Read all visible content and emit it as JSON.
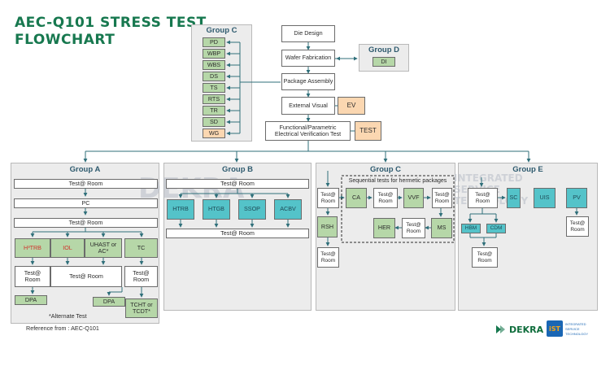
{
  "title": {
    "line1": "AEC-Q101 STRESS TEST",
    "line2": "FLOWCHART"
  },
  "top_flow": {
    "die_design": "Die Design",
    "wafer_fab": "Wafer Fabrication",
    "package_assembly": "Package Assembly",
    "external_visual": "External Visual",
    "ev": "EV",
    "functional": "Functional/Parametric Electrical Verification Test",
    "test": "TEST"
  },
  "group_c_top": {
    "title": "Group C",
    "items": [
      "PD",
      "WBP",
      "WBS",
      "DS",
      "TS",
      "RTS",
      "TR",
      "SD",
      "WG"
    ]
  },
  "group_d": {
    "title": "Group D",
    "item": "DI"
  },
  "group_a": {
    "title": "Group A",
    "test_room_1": "Test@ Room",
    "pc": "PC",
    "test_room_2": "Test@ Room",
    "tests": [
      "H³TRB",
      "IOL",
      "UHAST or AC*",
      "TC"
    ],
    "after": [
      "Test@ Room",
      "Test@ Room",
      "Test@ Room"
    ],
    "dpa_1": "DPA",
    "dpa_2": "DPA",
    "tcht": "TCHT or TCDT*",
    "note": "*Alternate Test"
  },
  "group_b": {
    "title": "Group B",
    "test_room_1": "Test@ Room",
    "tests": [
      "HTRB",
      "HTGB",
      "SSOP",
      "ACBV"
    ],
    "test_room_2": "Test@ Room"
  },
  "group_c": {
    "title": "Group C",
    "seq_label": "Sequential tests for hermetic packages",
    "test_room_a": "Test@ Room",
    "ca": "CA",
    "test_room_b": "Test@ Room",
    "vvf": "VVF",
    "test_room_c": "Test@ Room",
    "her": "HER",
    "test_room_d": "Test@ Room",
    "ms": "MS",
    "rsh": "RSH",
    "test_room_e": "Test@ Room"
  },
  "group_e": {
    "title": "Group E",
    "test_room_1": "Test@ Room",
    "sc": "SC",
    "uis": "UIS",
    "pv": "PV",
    "hbm": "HBM",
    "cdm": "CDM",
    "test_room_2": "Test@ Room",
    "test_room_3": "Test@ Room"
  },
  "reference": "Reference from : AEC-Q101",
  "watermark": {
    "brand": "DEKRA",
    "line1": "INTEGRATED",
    "line2": "SERVICE",
    "line3": "TECHNOLOGY"
  },
  "logo": {
    "dekra": "DEKRA",
    "ist": "iST",
    "sub1": "INTEGRATED",
    "sub2": "SERVICE",
    "sub3": "TECHNOLOGY"
  },
  "colors": {
    "title": "#17784f",
    "green_box": "#b6d7a8",
    "teal_box": "#54c3c9",
    "orange_box": "#fbd7b1",
    "panel": "#ececec",
    "connector": "#2f6f7a"
  }
}
